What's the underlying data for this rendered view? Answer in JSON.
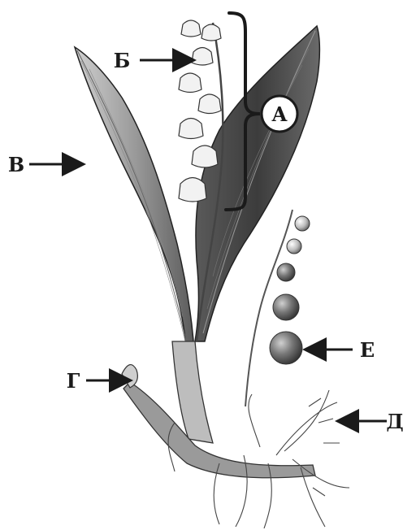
{
  "labels": {
    "a": "А",
    "b": "Б",
    "v": "В",
    "g": "Г",
    "d": "Д",
    "e": "Е"
  },
  "colors": {
    "ink": "#1a1a1a",
    "leaf_dark": "#3a3a3a",
    "leaf_mid": "#8a8a8a",
    "leaf_light": "#d8d8d8",
    "flower": "#f2f2f2",
    "berry": "#6e6e6e"
  }
}
